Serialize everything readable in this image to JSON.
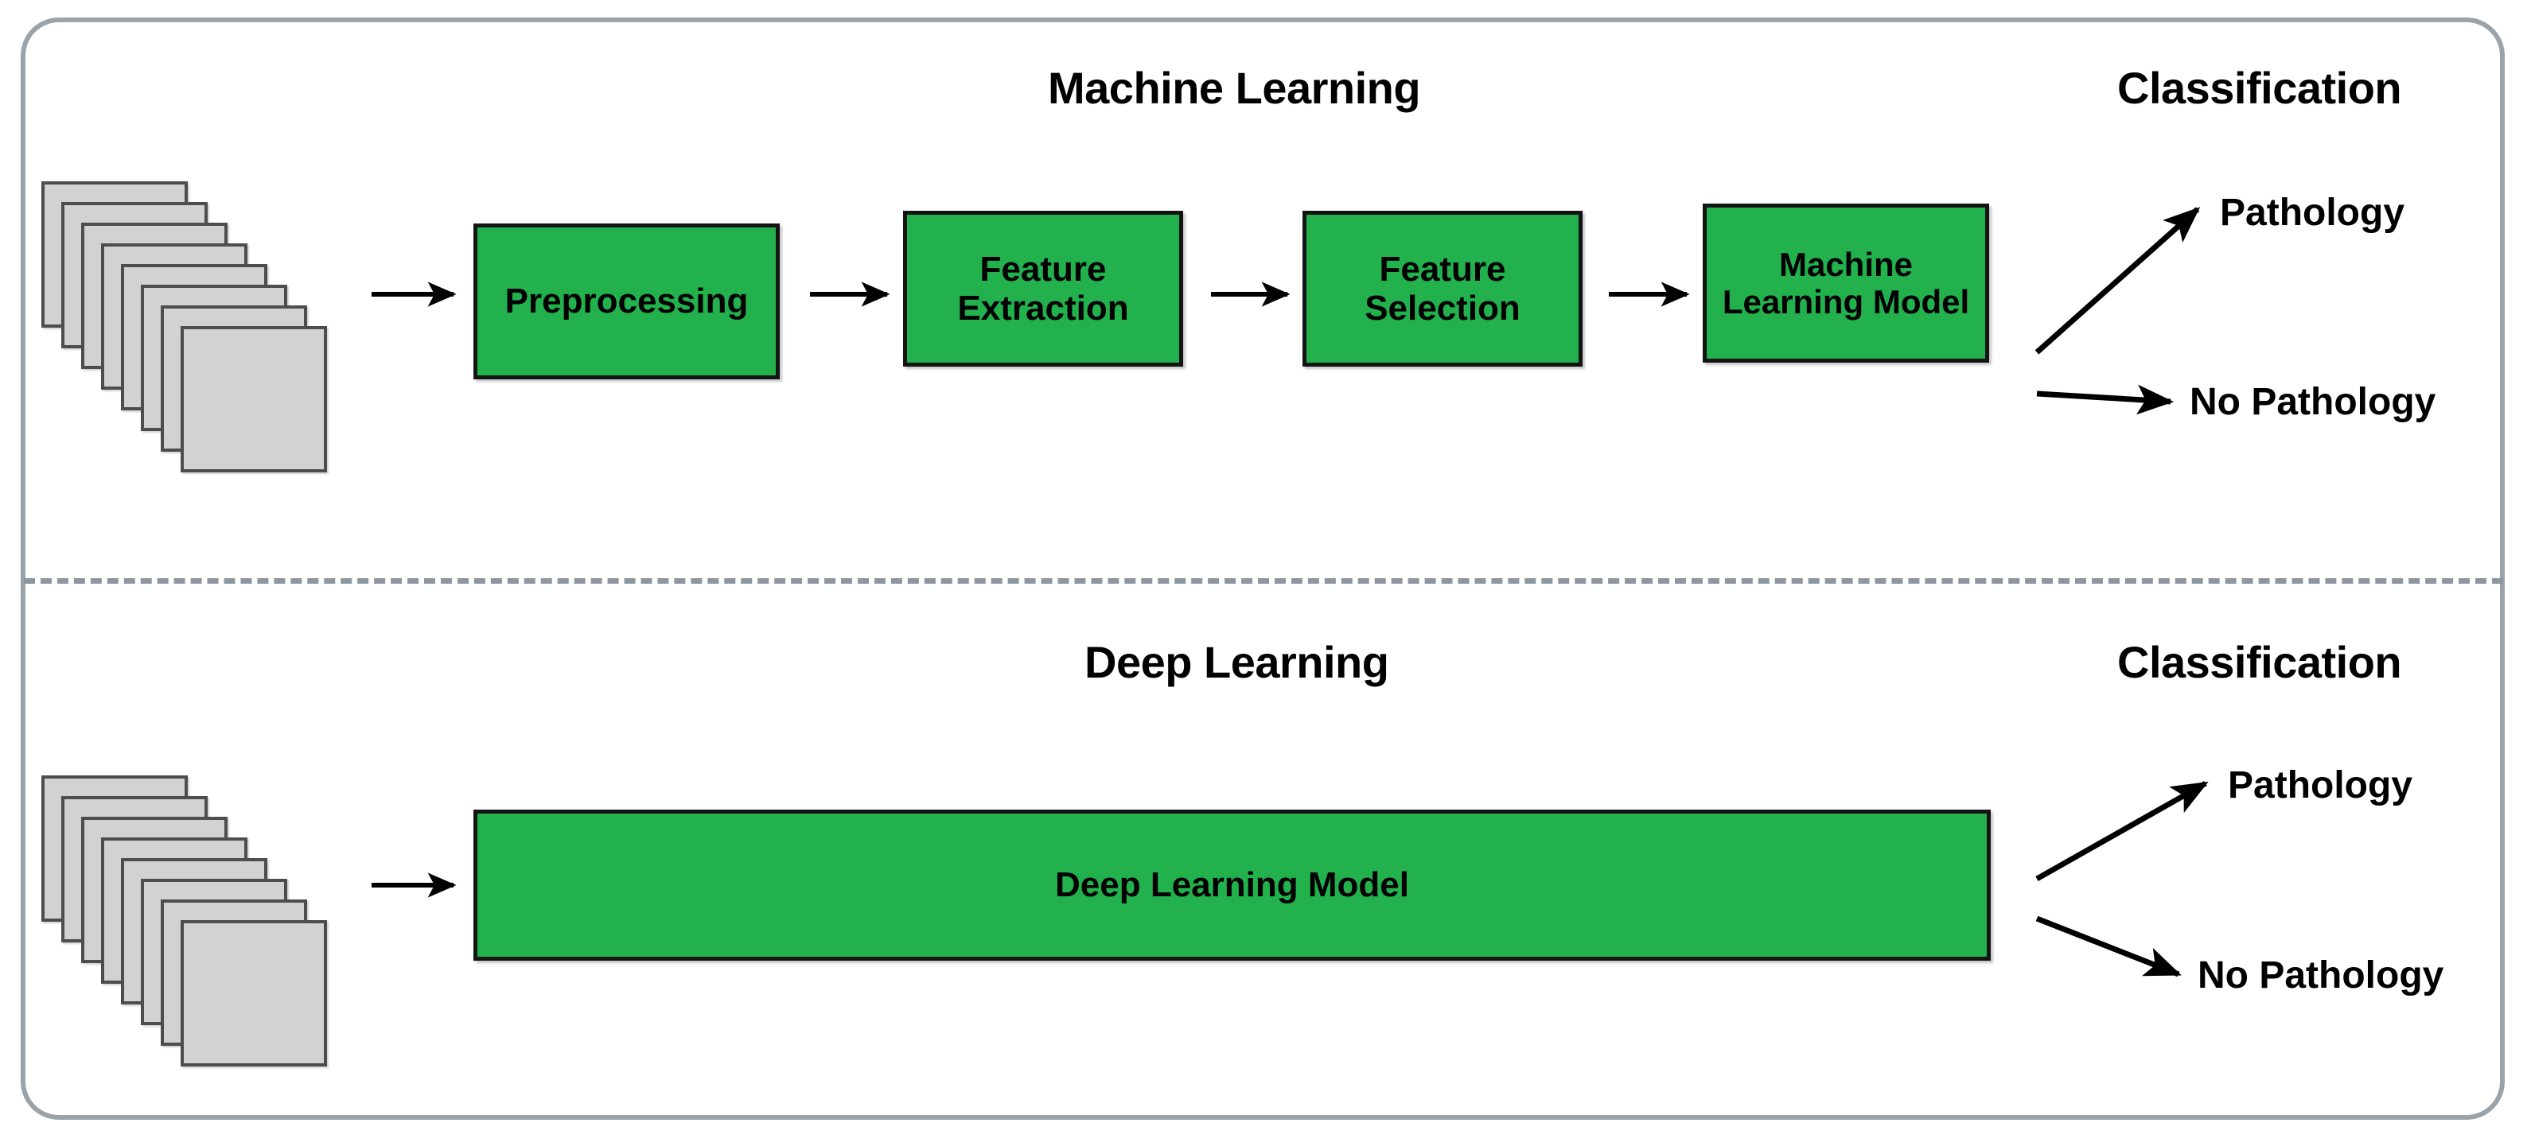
{
  "figure": {
    "frame_color": "#9aa2aa",
    "divider_color": "#8e979f",
    "box_fill": "#22b14c",
    "box_border": "#141414",
    "sheet_fill": "#d2d2d2",
    "sheet_border": "#4d4d4d",
    "arrow_color": "#000000"
  },
  "machine_learning": {
    "title": "Machine Learning",
    "classification_title": "Classification",
    "input_stack_name": "input-images",
    "steps": [
      {
        "label": "Preprocessing",
        "lines": [
          "Preprocessing"
        ]
      },
      {
        "label": "Feature Extraction",
        "lines": [
          "Feature",
          "Extraction"
        ]
      },
      {
        "label": "Feature Selection",
        "lines": [
          "Feature",
          "Selection"
        ]
      },
      {
        "label": "Machine Learning Model",
        "lines": [
          "Machine",
          "Learning Model"
        ]
      }
    ],
    "outcomes": [
      {
        "label": "Pathology"
      },
      {
        "label": "No Pathology"
      }
    ]
  },
  "deep_learning": {
    "title": "Deep Learning",
    "classification_title": "Classification",
    "input_stack_name": "input-images",
    "steps": [
      {
        "label": "Deep Learning Model",
        "lines": [
          "Deep Learning Model"
        ]
      }
    ],
    "outcomes": [
      {
        "label": "Pathology"
      },
      {
        "label": "No Pathology"
      }
    ]
  }
}
